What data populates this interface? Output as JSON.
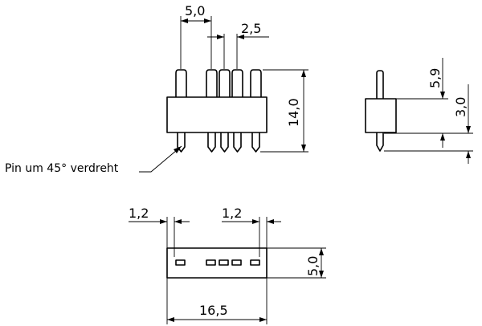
{
  "dimensions": {
    "pin_group_offset": "5,0",
    "pin_pitch": "2,5",
    "overall_height": "14,0",
    "pin_top_height": "5,9",
    "pin_bottom_height": "3,0",
    "left_margin": "1,2",
    "right_margin": "1,2",
    "body_depth": "5,0",
    "overall_length": "16,5"
  },
  "note": "Pin um 45° verdreht"
}
